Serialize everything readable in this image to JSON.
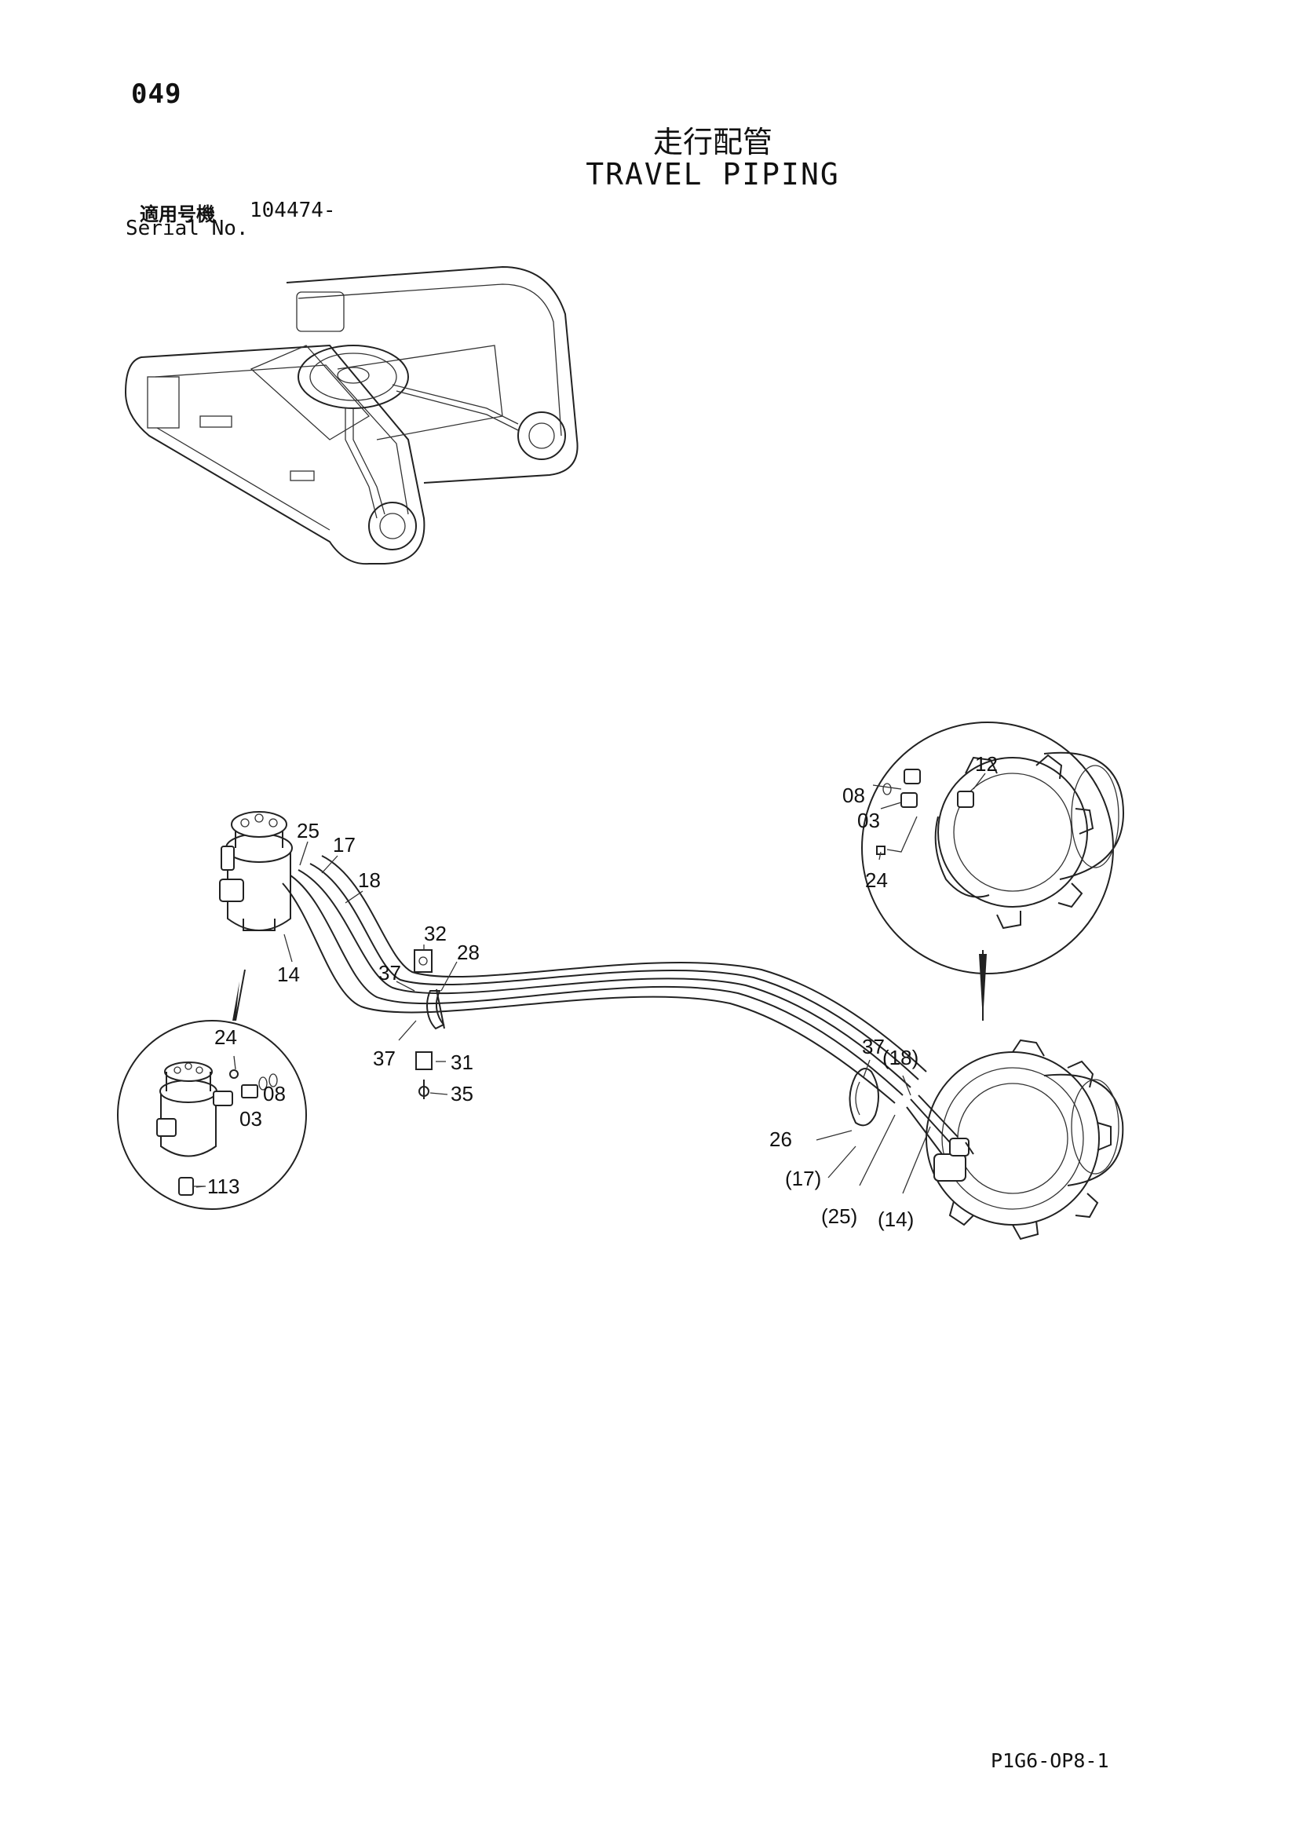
{
  "header": {
    "page_number": "049",
    "title_jp": "走行配管",
    "title_en": "TRAVEL PIPING",
    "serial_label_jp": "適用号機",
    "serial_value": "104474-",
    "serial_label_en": "Serial No."
  },
  "footer": {
    "document_ref": "P1G6-OP8-1"
  },
  "callouts": {
    "c25": "25",
    "c17": "17",
    "c18": "18",
    "c14": "14",
    "c32": "32",
    "c28": "28",
    "c37a": "37",
    "c37b": "37",
    "c31": "31",
    "c35": "35",
    "c24_left": "24",
    "c08_left": "08",
    "c03_left": "03",
    "c113": "113",
    "c37_right": "37",
    "c18_paren": "(18)",
    "c26": "26",
    "c17_paren": "(17)",
    "c25_paren": "(25)",
    "c14_paren": "(14)",
    "c12": "12",
    "c08_right": "08",
    "c03_right": "03",
    "c24_right": "24"
  }
}
